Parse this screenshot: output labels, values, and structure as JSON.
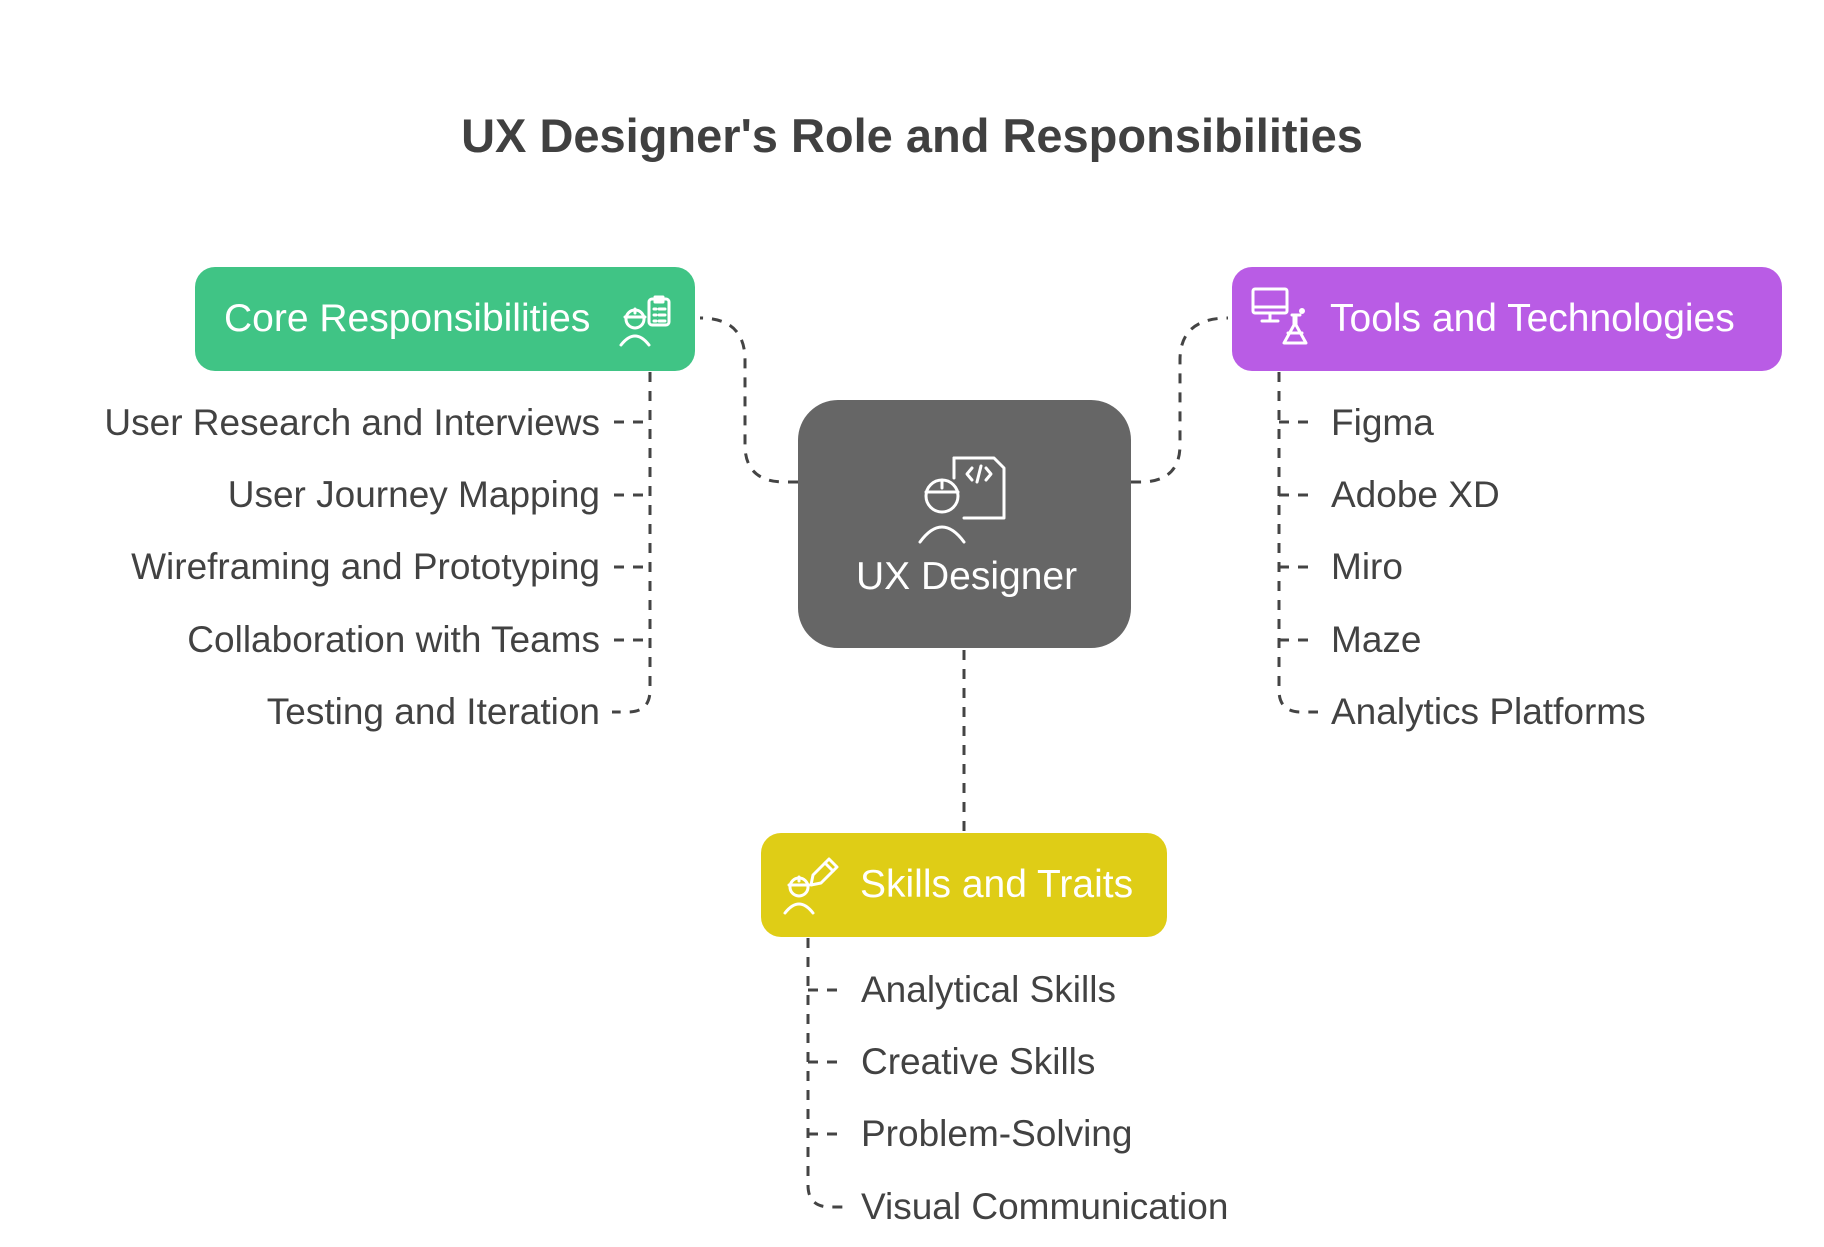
{
  "title": "UX Designer's Role and Responsibilities",
  "center": {
    "label": "UX Designer",
    "icon": "designer-code-icon",
    "color": "#666666"
  },
  "core": {
    "label": "Core Responsibilities",
    "icon": "worker-clipboard-icon",
    "color": "#40c485",
    "items": [
      "User Research and Interviews",
      "User Journey Mapping",
      "Wireframing and Prototyping",
      "Collaboration with Teams",
      "Testing and Iteration"
    ]
  },
  "tools": {
    "label": "Tools and Technologies",
    "icon": "computer-flask-icon",
    "color": "#b95ce5",
    "items": [
      "Figma",
      "Adobe XD",
      "Miro",
      "Maze",
      "Analytics Platforms"
    ]
  },
  "skills": {
    "label": "Skills and Traits",
    "icon": "worker-pencil-icon",
    "color": "#dfcd16",
    "items": [
      "Analytical Skills",
      "Creative Skills",
      "Problem-Solving",
      "Visual Communication"
    ]
  },
  "connector_color": "#444444"
}
